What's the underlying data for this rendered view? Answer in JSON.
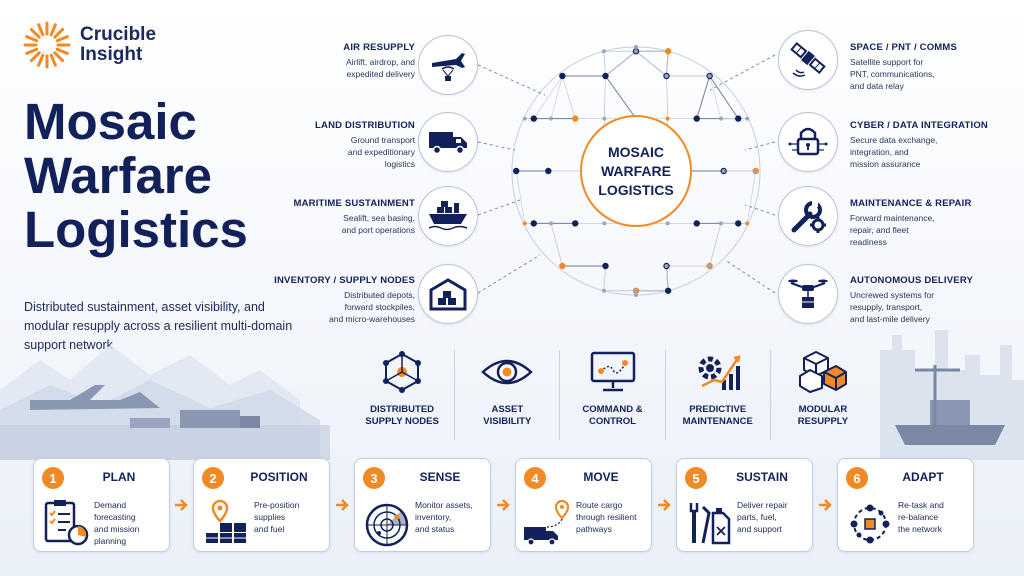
{
  "brand": {
    "name": "Crucible Insight"
  },
  "main_title": [
    "Mosaic",
    "Warfare",
    "Logistics"
  ],
  "subtitle": "Distributed sustainment, asset visibility, and modular resupply across a resilient multi-domain support network",
  "center_label": [
    "MOSAIC",
    "WARFARE",
    "LOGISTICS"
  ],
  "left_capabilities": [
    {
      "title": "AIR RESUPPLY",
      "desc": [
        "Airlift, airdrop, and",
        "expedited delivery"
      ],
      "icon": "airplane-parachute-icon"
    },
    {
      "title": "LAND DISTRIBUTION",
      "desc": [
        "Ground transport",
        "and expeditionary",
        "logistics"
      ],
      "icon": "truck-icon"
    },
    {
      "title": "MARITIME SUSTAINMENT",
      "desc": [
        "Sealift, sea basing,",
        "and port operations"
      ],
      "icon": "ship-icon"
    },
    {
      "title": "INVENTORY / SUPPLY NODES",
      "desc": [
        "Distributed depots,",
        "forward stockpiles,",
        "and micro-warehouses"
      ],
      "icon": "warehouse-icon"
    }
  ],
  "right_capabilities": [
    {
      "title": "SPACE / PNT / COMMS",
      "desc": [
        "Satellite support for",
        "PNT, communications,",
        "and data relay"
      ],
      "icon": "satellite-icon"
    },
    {
      "title": "CYBER / DATA INTEGRATION",
      "desc": [
        "Secure data exchange,",
        "integration, and",
        "mission assurance"
      ],
      "icon": "lock-circuit-icon"
    },
    {
      "title": "MAINTENANCE & REPAIR",
      "desc": [
        "Forward maintenance,",
        "repair, and fleet",
        "readiness"
      ],
      "icon": "wrench-gear-icon"
    },
    {
      "title": "AUTONOMOUS DELIVERY",
      "desc": [
        "Uncrewed systems for",
        "resupply, transport,",
        "and last-mile delivery"
      ],
      "icon": "drone-icon"
    }
  ],
  "pillars": [
    {
      "label": [
        "DISTRIBUTED",
        "SUPPLY NODES"
      ],
      "icon": "network-nodes-icon"
    },
    {
      "label": [
        "ASSET",
        "VISIBILITY"
      ],
      "icon": "eye-icon"
    },
    {
      "label": [
        "COMMAND &",
        "CONTROL"
      ],
      "icon": "monitor-route-icon"
    },
    {
      "label": [
        "PREDICTIVE",
        "MAINTENANCE"
      ],
      "icon": "gear-chart-icon"
    },
    {
      "label": [
        "MODULAR",
        "RESUPPLY"
      ],
      "icon": "cubes-icon"
    }
  ],
  "steps": [
    {
      "num": "1",
      "title": "PLAN",
      "desc": [
        "Demand forecasting",
        "and mission",
        "planning"
      ],
      "icon": "clipboard-icon"
    },
    {
      "num": "2",
      "title": "POSITION",
      "desc": [
        "Pre-position",
        "supplies",
        "and fuel"
      ],
      "icon": "pin-crates-icon"
    },
    {
      "num": "3",
      "title": "SENSE",
      "desc": [
        "Monitor assets,",
        "inventory,",
        "and status"
      ],
      "icon": "radar-icon"
    },
    {
      "num": "4",
      "title": "MOVE",
      "desc": [
        "Route cargo",
        "through resilient",
        "pathways"
      ],
      "icon": "truck-route-icon"
    },
    {
      "num": "5",
      "title": "SUSTAIN",
      "desc": [
        "Deliver repair",
        "parts, fuel,",
        "and support"
      ],
      "icon": "tools-fuel-icon"
    },
    {
      "num": "6",
      "title": "ADAPT",
      "desc": [
        "Re-task and",
        "re-balance",
        "the network"
      ],
      "icon": "cycle-network-icon"
    }
  ],
  "colors": {
    "navy": "#13215a",
    "orange": "#f08a24",
    "line": "#b9c3d8"
  }
}
